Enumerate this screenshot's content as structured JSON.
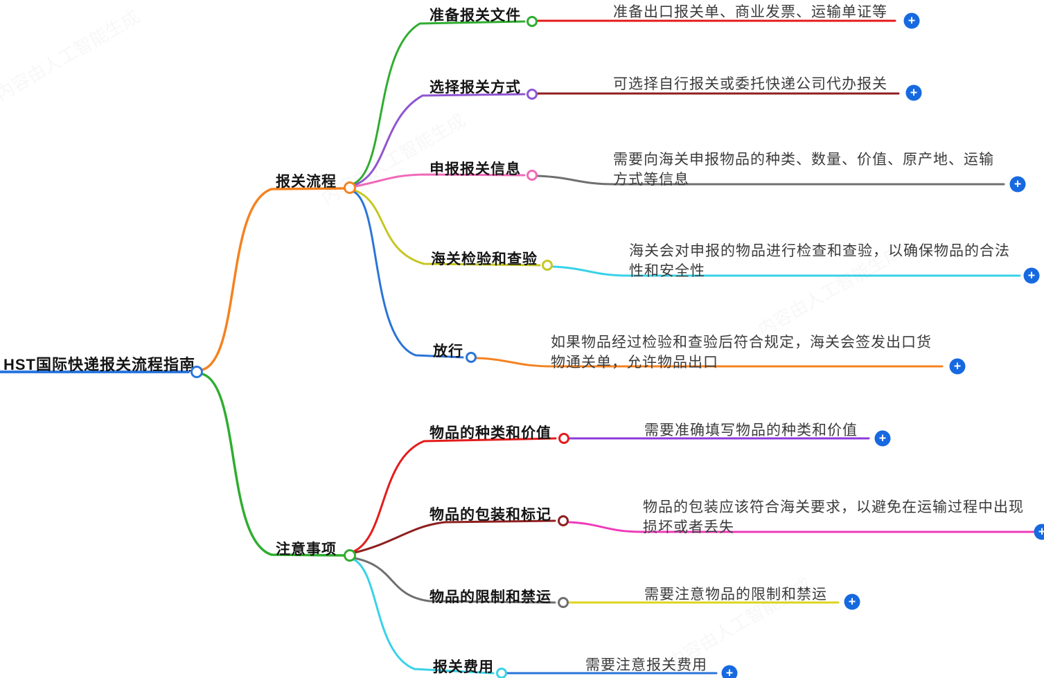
{
  "watermark": "内容由人工智能生成",
  "icons": {
    "plus": "+"
  },
  "colors": {
    "root_blue": "#2b77e0",
    "orange": "#f5821f",
    "green": "#2fad2f",
    "purple": "#9055d2",
    "pink": "#f06ab8",
    "olive_yellow": "#c6c724",
    "mid_blue": "#2a74d8",
    "red": "#e41b1b",
    "dark_red": "#8e1f1f",
    "gray": "#6f6f6f",
    "cyan": "#38d2e8",
    "magenta": "#ee3ab8",
    "detail_purple": "#8d3bda",
    "detail_yellow": "#dcd51e",
    "plus_blue": "#1769e0"
  },
  "root": {
    "label": "HST国际快递报关流程指南"
  },
  "branches": [
    {
      "label": "报关流程",
      "children": [
        {
          "label": "准备报关文件",
          "detail": "准备出口报关单、商业发票、运输单证等"
        },
        {
          "label": "选择报关方式",
          "detail": "可选择自行报关或委托快递公司代办报关"
        },
        {
          "label": "申报报关信息",
          "detail": "需要向海关申报物品的种类、数量、价值、原产地、运输方式等信息"
        },
        {
          "label": "海关检验和查验",
          "detail": "海关会对申报的物品进行检查和查验，以确保物品的合法性和安全性"
        },
        {
          "label": "放行",
          "detail": "如果物品经过检验和查验后符合规定，海关会签发出口货物通关单，允许物品出口"
        }
      ]
    },
    {
      "label": "注意事项",
      "children": [
        {
          "label": "物品的种类和价值",
          "detail": "需要准确填写物品的种类和价值"
        },
        {
          "label": "物品的包装和标记",
          "detail": "物品的包装应该符合海关要求，以避免在运输过程中出现损坏或者丢失"
        },
        {
          "label": "物品的限制和禁运",
          "detail": "需要注意物品的限制和禁运"
        },
        {
          "label": "报关费用",
          "detail": "需要注意报关费用"
        }
      ]
    }
  ]
}
